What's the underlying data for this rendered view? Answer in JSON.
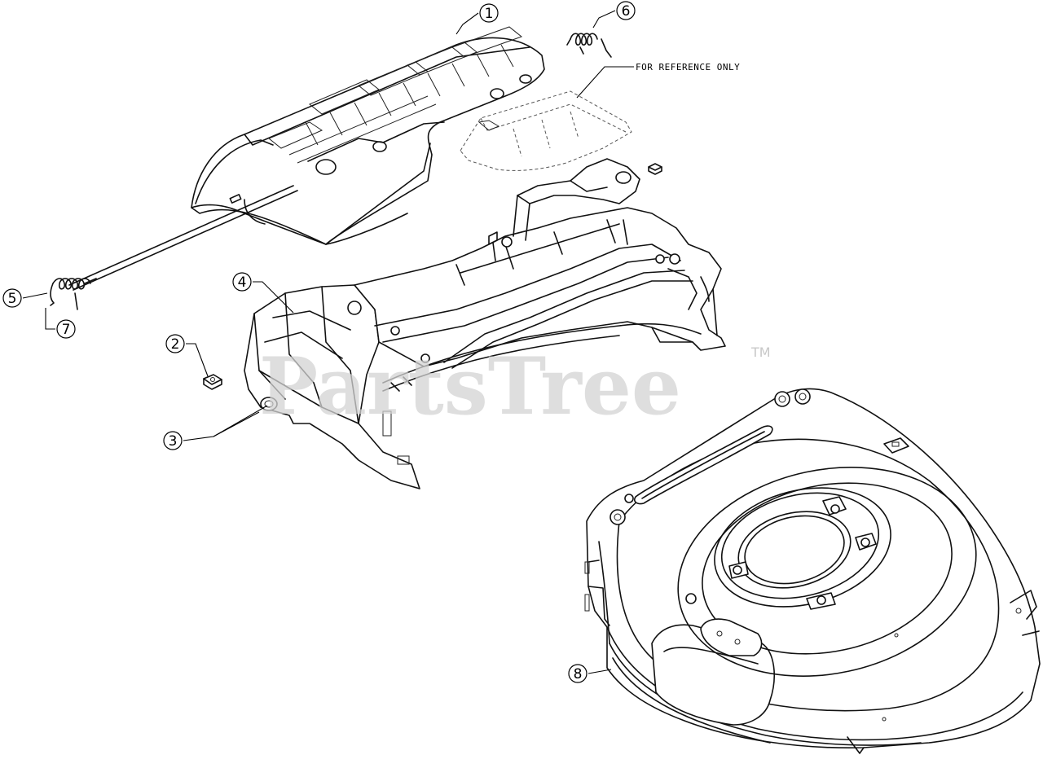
{
  "callouts": [
    {
      "id": "c1",
      "label": "1"
    },
    {
      "id": "c2",
      "label": "2"
    },
    {
      "id": "c3",
      "label": "3"
    },
    {
      "id": "c4",
      "label": "4"
    },
    {
      "id": "c5",
      "label": "5"
    },
    {
      "id": "c6",
      "label": "6"
    },
    {
      "id": "c7",
      "label": "7"
    },
    {
      "id": "c8",
      "label": "8"
    }
  ],
  "annotation": {
    "reference_note": "FOR REFERENCE ONLY"
  },
  "watermark": {
    "brand": "PartsTree",
    "trademark": "TM"
  },
  "colors": {
    "line": "#111111",
    "background": "#ffffff",
    "watermark": "#d4d4d4"
  }
}
